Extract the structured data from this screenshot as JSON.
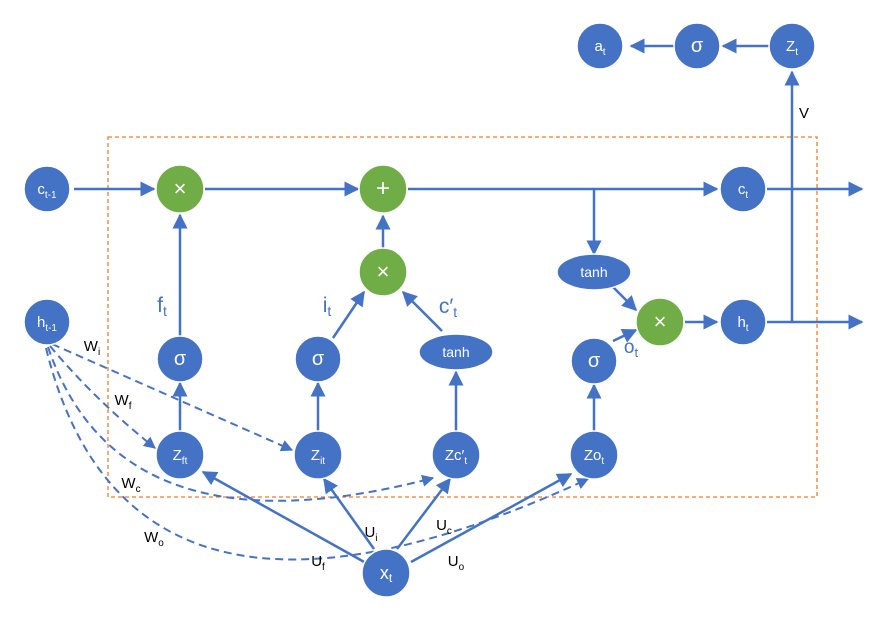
{
  "colors": {
    "node_blue": "#4472C4",
    "node_green": "#70AD47",
    "frame_orange": "#ED7D31",
    "line_blue": "#4472C4"
  },
  "nodes": {
    "a_t": {
      "main": "a",
      "sub": "t"
    },
    "sigma_top": {
      "main": "σ"
    },
    "z_t": {
      "main": "Z",
      "sub": "t"
    },
    "c_prev": {
      "main": "c",
      "sub": "t-1"
    },
    "mult_forget": {
      "main": "×"
    },
    "plus_cell": {
      "main": "+"
    },
    "c_t": {
      "main": "c",
      "sub": "t"
    },
    "mult_input": {
      "main": "×"
    },
    "tanh_out": {
      "main": "tanh"
    },
    "mult_output": {
      "main": "×"
    },
    "h_t": {
      "main": "h",
      "sub": "t"
    },
    "h_prev": {
      "main": "h",
      "sub": "t-1"
    },
    "sigma_f": {
      "main": "σ"
    },
    "sigma_i": {
      "main": "σ"
    },
    "tanh_c": {
      "main": "tanh"
    },
    "sigma_o": {
      "main": "σ"
    },
    "z_f": {
      "main": "Z",
      "sub": "ft"
    },
    "z_i": {
      "main": "Z",
      "sub": "it"
    },
    "z_c": {
      "main": "Zc′",
      "sub": "t"
    },
    "z_o": {
      "main": "Zo",
      "sub": "t"
    },
    "x_t": {
      "main": "x",
      "sub": "t"
    }
  },
  "gate_labels": {
    "f_t": {
      "main": "f",
      "sub": "t"
    },
    "i_t": {
      "main": "i",
      "sub": "t"
    },
    "c_prime_t": {
      "main": "c′",
      "sub": "t"
    },
    "o_t": {
      "main": "o",
      "sub": "t"
    }
  },
  "weight_labels": {
    "V": "V",
    "Wi": {
      "main": "W",
      "sub": "i"
    },
    "Wf": {
      "main": "W",
      "sub": "f"
    },
    "Wc": {
      "main": "W",
      "sub": "c"
    },
    "Wo": {
      "main": "W",
      "sub": "o"
    },
    "Ui": {
      "main": "U",
      "sub": "i"
    },
    "Uc": {
      "main": "U",
      "sub": "c"
    },
    "Uf": {
      "main": "U",
      "sub": "f"
    },
    "Uo": {
      "main": "U",
      "sub": "o"
    }
  }
}
